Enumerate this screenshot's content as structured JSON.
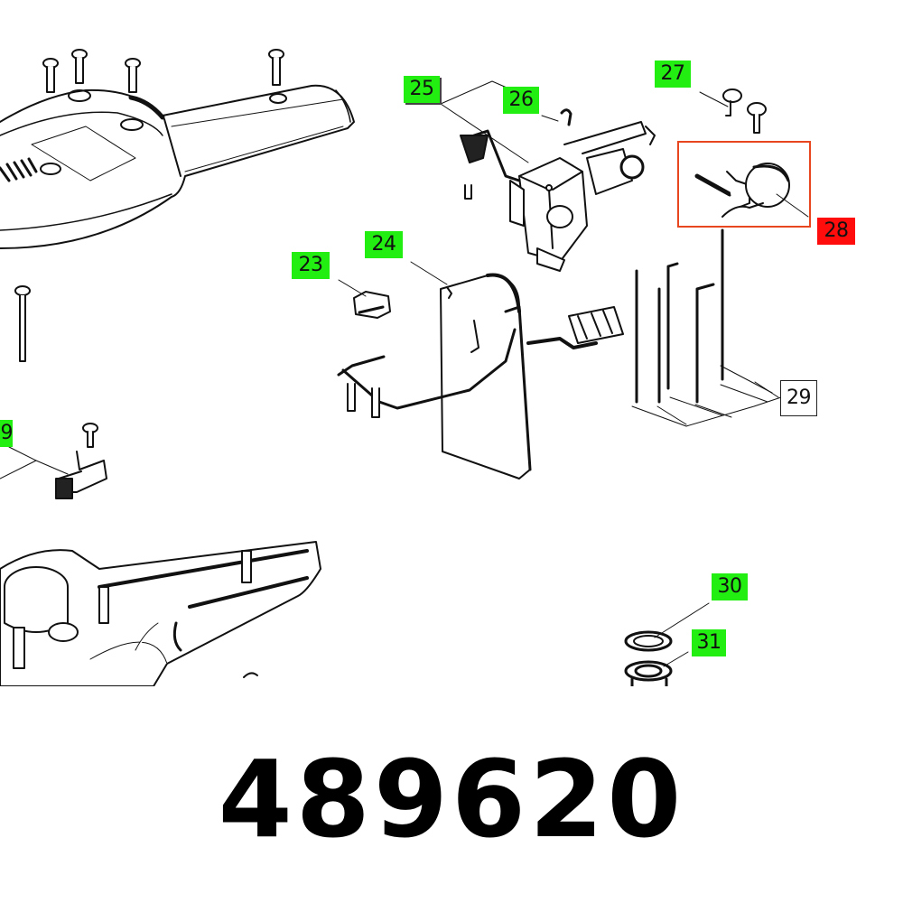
{
  "diagram": {
    "type": "exploded-parts-view",
    "colors": {
      "label_green": "#22ee11",
      "label_red": "#ff0d0d",
      "highlight_border": "#e8461e",
      "line": "#111111"
    },
    "labels": [
      {
        "id": "23",
        "text": "23",
        "style": "green"
      },
      {
        "id": "24",
        "text": "24",
        "style": "green"
      },
      {
        "id": "25",
        "text": "25",
        "style": "green"
      },
      {
        "id": "26",
        "text": "26",
        "style": "green"
      },
      {
        "id": "27",
        "text": "27",
        "style": "green"
      },
      {
        "id": "28",
        "text": "28",
        "style": "red",
        "highlighted": true
      },
      {
        "id": "29",
        "text": "29",
        "style": "outline"
      },
      {
        "id": "19",
        "text": "9",
        "style": "green",
        "partially_visible": true
      },
      {
        "id": "30",
        "text": "30",
        "style": "green"
      },
      {
        "id": "31",
        "text": "31",
        "style": "green"
      }
    ],
    "parts": [
      "upper-housing-shell",
      "screw-set-top",
      "long-screw",
      "carbon-brush-holder",
      "capacitor-23",
      "electronics-module-24",
      "switch-25",
      "spring-clip-26",
      "screws-27",
      "carbon-brush-assembly-28",
      "cable-set-29",
      "washer-30",
      "bearing-31",
      "lower-housing-with-motor"
    ]
  },
  "part_number": "489620"
}
